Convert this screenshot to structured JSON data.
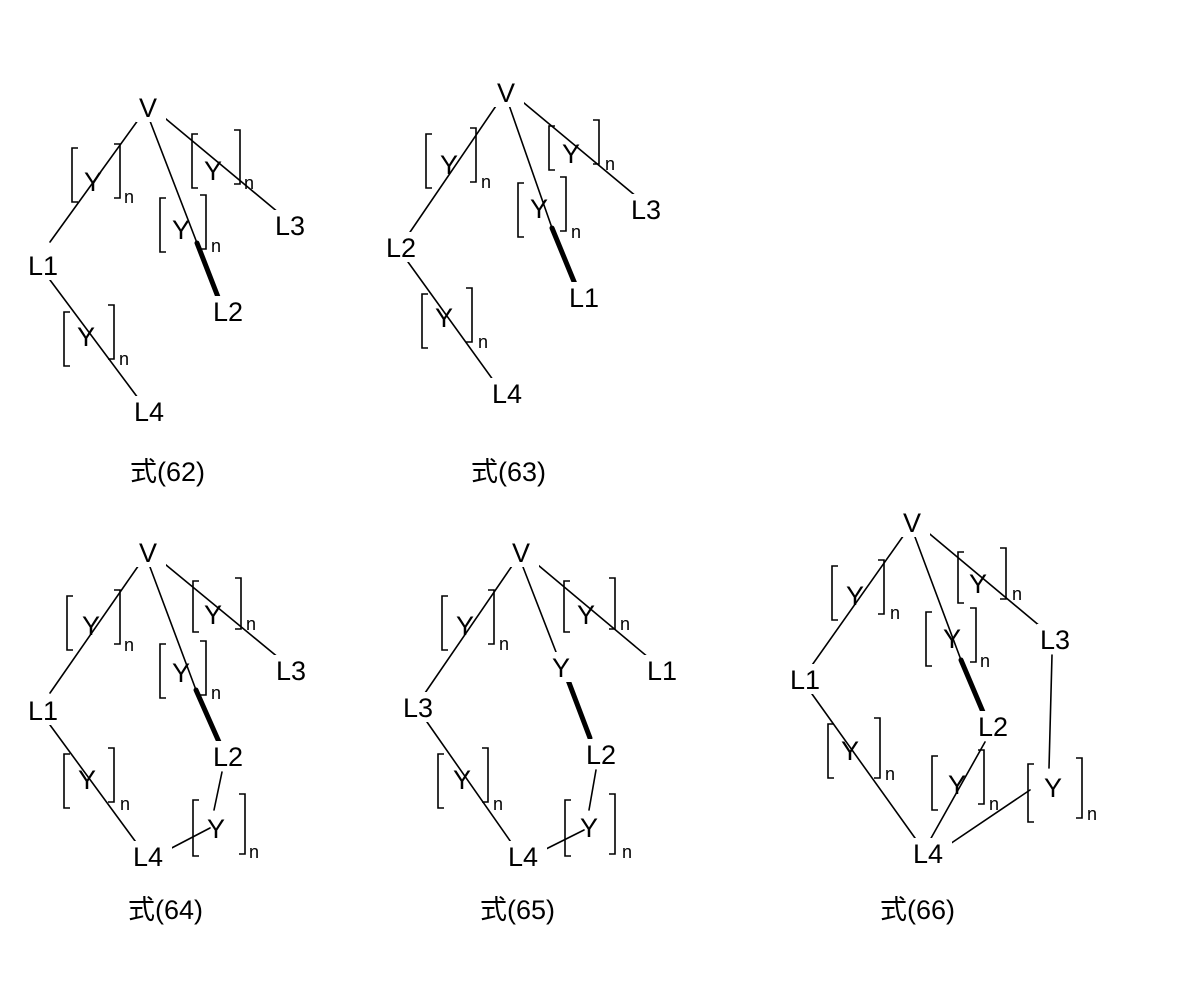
{
  "atom_labels": {
    "center": "V",
    "repeat_unit": "Y",
    "repeat_index": "n"
  },
  "figures": [
    {
      "caption": "式(62)",
      "nodes": [
        {
          "id": "V",
          "label": "V"
        },
        {
          "id": "L1",
          "label": "L1"
        },
        {
          "id": "L2",
          "label": "L2"
        },
        {
          "id": "L3",
          "label": "L3"
        },
        {
          "id": "L4",
          "label": "L4"
        }
      ]
    },
    {
      "caption": "式(63)",
      "nodes": [
        {
          "id": "V",
          "label": "V"
        },
        {
          "id": "L2",
          "label": "L2"
        },
        {
          "id": "L1",
          "label": "L1"
        },
        {
          "id": "L3",
          "label": "L3"
        },
        {
          "id": "L4",
          "label": "L4"
        }
      ]
    },
    {
      "caption": "式(64)",
      "nodes": [
        {
          "id": "V",
          "label": "V"
        },
        {
          "id": "L1",
          "label": "L1"
        },
        {
          "id": "L2",
          "label": "L2"
        },
        {
          "id": "L3",
          "label": "L3"
        },
        {
          "id": "L4",
          "label": "L4"
        }
      ]
    },
    {
      "caption": "式(65)",
      "nodes": [
        {
          "id": "V",
          "label": "V"
        },
        {
          "id": "L3",
          "label": "L3"
        },
        {
          "id": "Yc",
          "label": "Y"
        },
        {
          "id": "L1",
          "label": "L1"
        },
        {
          "id": "L2",
          "label": "L2"
        },
        {
          "id": "L4",
          "label": "L4"
        }
      ]
    },
    {
      "caption": "式(66)",
      "nodes": [
        {
          "id": "V",
          "label": "V"
        },
        {
          "id": "L1",
          "label": "L1"
        },
        {
          "id": "L2",
          "label": "L2"
        },
        {
          "id": "L3",
          "label": "L3"
        },
        {
          "id": "L4",
          "label": "L4"
        }
      ]
    }
  ]
}
